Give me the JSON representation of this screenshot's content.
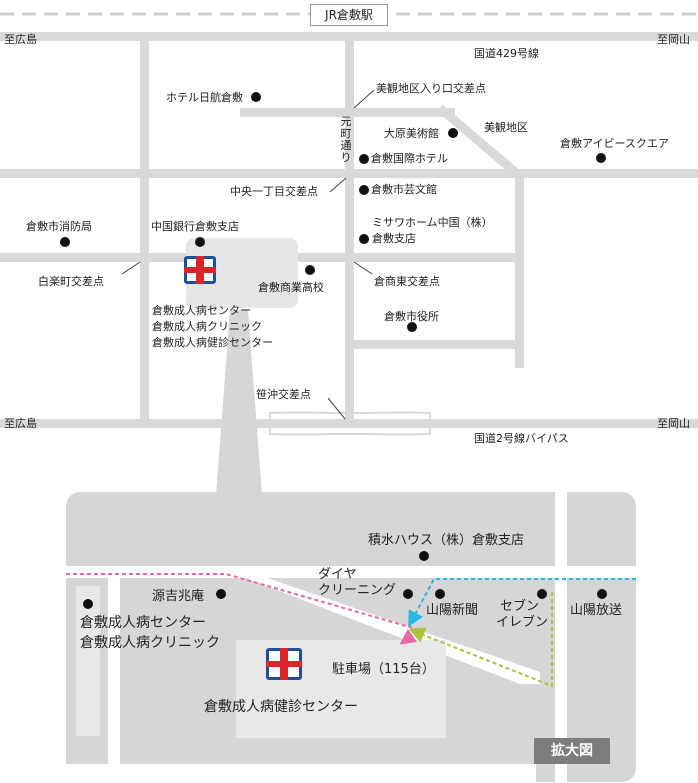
{
  "station": "JR倉敷駅",
  "roads": {
    "kokudo429": "国道429号線",
    "kokudo2bypass": "国道2号線バイパス",
    "to_hiroshima_top": "至広島",
    "to_okayama_top": "至岡山",
    "to_hiroshima_bottom": "至広島",
    "to_okayama_bottom": "至岡山",
    "motomachi_dori": "元町通り"
  },
  "area_map": {
    "hotel_nikko": "ホテル日航倉敷",
    "bikan_entrance_crossing": "美観地区入り口交差点",
    "ohara_museum": "大原美術館",
    "bikan_district": "美観地区",
    "ivy_square": "倉敷アイビースクエア",
    "kokusai_hotel": "倉敷国際ホテル",
    "chuo_crossing": "中央一丁目交差点",
    "geibunkan": "倉敷市芸文館",
    "fire_station": "倉敷市消防局",
    "chugoku_bank": "中国銀行倉敷支店",
    "misawa_line1": "ミサワホーム中国（株）",
    "misawa_line2": "倉敷支店",
    "hakuraku_crossing": "白楽町交差点",
    "commercial_hs": "倉敷商業高校",
    "soshohigashi_crossing": "倉商東交差点",
    "city_hall": "倉敷市役所",
    "sasaoki_crossing": "笹沖交差点",
    "center_line1": "倉敷成人病センター",
    "center_line2": "倉敷成人病クリニック",
    "center_line3": "倉敷成人病健診センター"
  },
  "detail_map": {
    "sekisui": "積水ハウス（株）倉敷支店",
    "diya_line1": "ダイヤ",
    "diya_line2": "クリーニング",
    "genkichi": "源吉兆庵",
    "sanyo_shimbun": "山陽新聞",
    "seven_line1": "セブン",
    "seven_line2": "イレブン",
    "sanyo_broadcast": "山陽放送",
    "center_line1": "倉敷成人病センター",
    "center_line2": "倉敷成人病クリニック",
    "parking": "駐車場（115台）",
    "checkup_center": "倉敷成人病健診センター",
    "badge": "拡大図"
  },
  "colors": {
    "road": "#d9d9d9",
    "block": "#e8e8e8",
    "detail_bg": "#d6d6d6",
    "hospital_red": "#d9262b",
    "hospital_blue": "#1f4f9c",
    "route_pink": "#e46aa5",
    "route_cyan": "#27b7e6",
    "route_green": "#a6c43a"
  }
}
